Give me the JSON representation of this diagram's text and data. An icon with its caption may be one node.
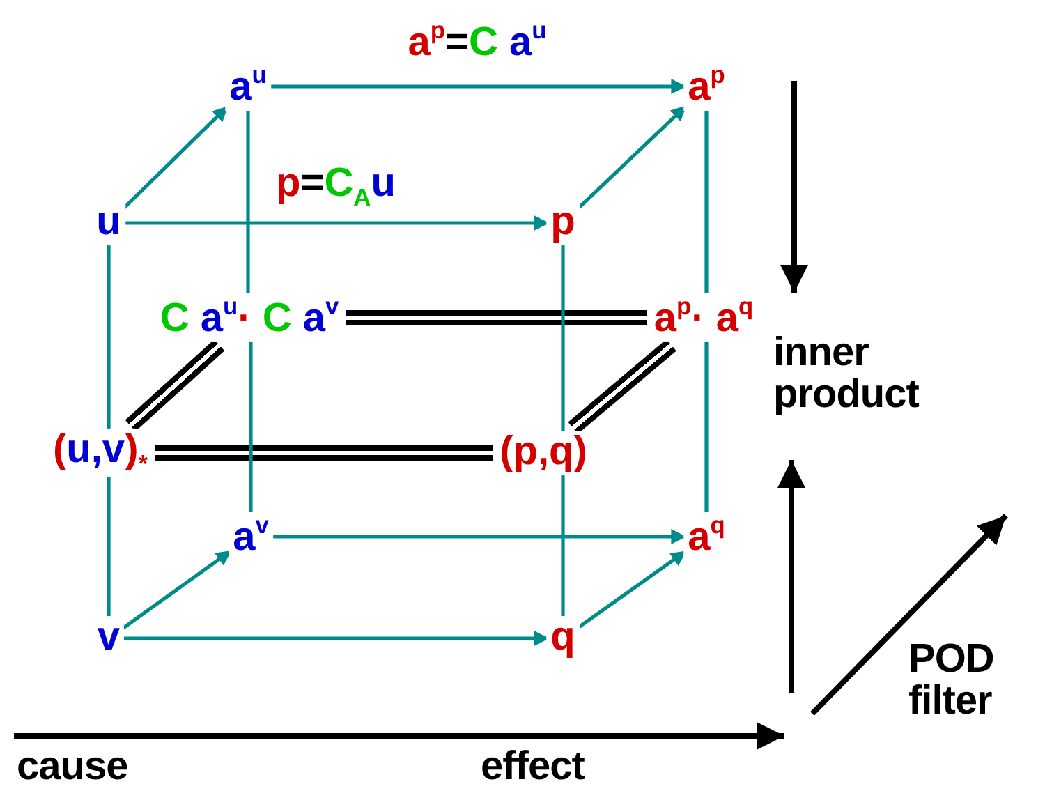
{
  "diagram": {
    "nodes": [
      {
        "text": [
          "a$^{u}$"
        ]
      },
      {
        "text": [
          "a$^{p}$"
        ]
      },
      {
        "text": [
          "u"
        ]
      },
      {
        "text": [
          "p"
        ]
      },
      {
        "text": [
          "C a$^{u}$· C a$^{v}$"
        ]
      },
      {
        "text": [
          "a$^{p}$· a$^{q}$"
        ]
      },
      {
        "text": [
          "(u,v)$_{*}$"
        ]
      },
      {
        "text": [
          "(p,q)"
        ]
      },
      {
        "text": [
          "a$^{v}$"
        ]
      },
      {
        "text": [
          "a$^{q}$"
        ]
      },
      {
        "text": [
          "v"
        ]
      },
      {
        "text": [
          "q"
        ]
      }
    ],
    "edges": [
      {
        "from": 0,
        "to": 1,
        "arrow": "to",
        "label": "a$^{p}$=C a$^{u}$"
      },
      {
        "from": 2,
        "to": 0,
        "arrow": "to"
      },
      {
        "from": 2,
        "to": 3,
        "arrow": "to",
        "label": "p=C$_{A}$u"
      },
      {
        "from": 3,
        "to": 1,
        "arrow": "to"
      },
      {
        "from": 0,
        "to": 4,
        "arrow": "none"
      },
      {
        "from": 4,
        "to": 8,
        "arrow": "none"
      },
      {
        "from": 1,
        "to": 5,
        "arrow": "none"
      },
      {
        "from": 5,
        "to": 9,
        "arrow": "none"
      },
      {
        "from": 2,
        "to": 6,
        "arrow": "none"
      },
      {
        "from": 6,
        "to": 10,
        "arrow": "none"
      },
      {
        "from": 3,
        "to": 7,
        "arrow": "none"
      },
      {
        "from": 7,
        "to": 11,
        "arrow": "none"
      },
      {
        "from": 4,
        "to": 5,
        "arrow": "none",
        "style": "thick",
        "color": "#000000"
      },
      {
        "from": 6,
        "to": 4,
        "arrow": "none",
        "style": "thick",
        "color": "#000000"
      },
      {
        "from": 7,
        "to": 5,
        "arrow": "none",
        "style": "thick",
        "color": "#000000"
      },
      {
        "from": 6,
        "to": 7,
        "arrow": "none",
        "style": "thick",
        "color": "#000000"
      },
      {
        "from": 8,
        "to": 9,
        "arrow": "to"
      },
      {
        "from": 10,
        "to": 8,
        "arrow": "to"
      },
      {
        "from": 10,
        "to": 11,
        "arrow": "to"
      },
      {
        "from": 11,
        "to": 9,
        "arrow": "to"
      }
    ],
    "labels": [
      "inner product",
      "POD filter",
      "cause",
      "effect"
    ]
  }
}
